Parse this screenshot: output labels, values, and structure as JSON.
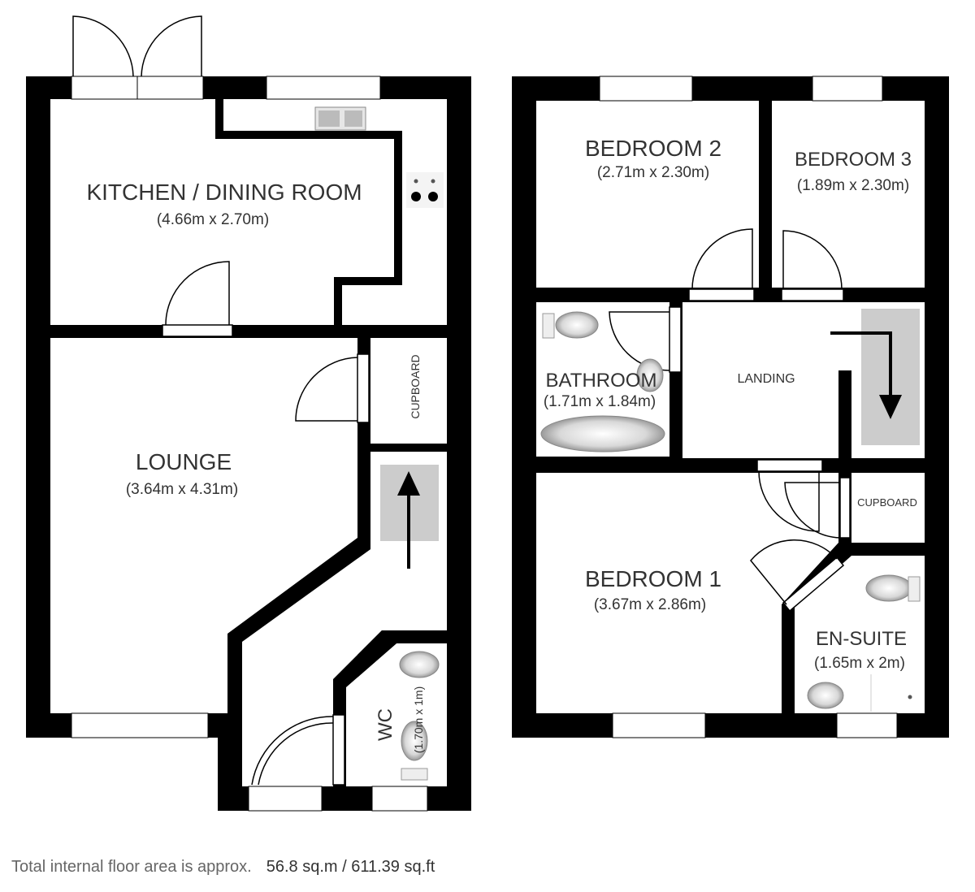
{
  "rooms": {
    "kitchen": {
      "name": "KITCHEN / DINING ROOM",
      "size": "(4.66m x 2.70m)"
    },
    "lounge": {
      "name": "LOUNGE",
      "size": "(3.64m x 4.31m)"
    },
    "cupboard_ground": {
      "name": "CUPBOARD"
    },
    "wc": {
      "name": "WC",
      "size": "(1.70m x 1m)"
    },
    "bedroom2": {
      "name": "BEDROOM 2",
      "size": "(2.71m x 2.30m)"
    },
    "bedroom3": {
      "name": "BEDROOM 3",
      "size": "(1.89m x 2.30m)"
    },
    "bathroom": {
      "name": "BATHROOM",
      "size": "(1.71m x 1.84m)"
    },
    "landing": {
      "name": "LANDING"
    },
    "cupboard_first": {
      "name": "CUPBOARD"
    },
    "bedroom1": {
      "name": "BEDROOM 1",
      "size": "(3.67m x 2.86m)"
    },
    "ensuite": {
      "name": "EN-SUITE",
      "size": "(1.65m x 2m)"
    }
  },
  "footer": {
    "text": "Total internal floor area is approx.",
    "area": "56.8 sq.m  / 611.39 sq.ft"
  },
  "colors": {
    "wall": "#000000",
    "stair": "#cccccc",
    "text": "#333333",
    "footer_text": "#666666"
  },
  "icons": [
    "door-swing-icon",
    "window-icon",
    "stair-arrow-icon",
    "toilet-icon",
    "sink-icon",
    "bath-icon",
    "hob-icon",
    "kitchen-sink-icon"
  ]
}
